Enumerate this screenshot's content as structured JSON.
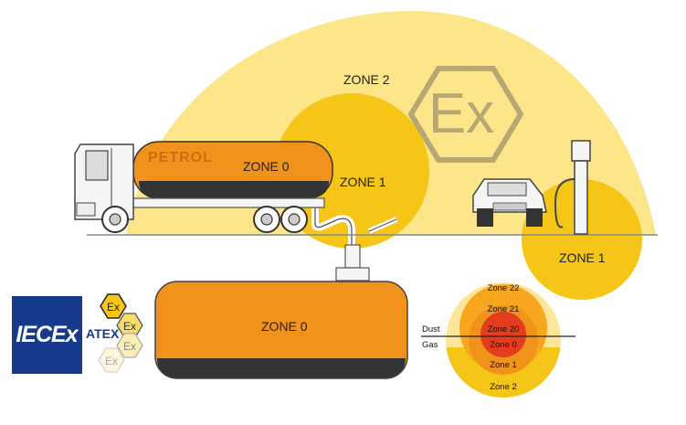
{
  "labels": {
    "zone2_outer": "ZONE 2",
    "zone1_top": "ZONE 1",
    "zone0_truck": "ZONE 0",
    "zone1_pump": "ZONE 1",
    "zone0_tank": "ZONE 0",
    "truck_tank": "PETROL"
  },
  "legend": {
    "rings": [
      "Zone 22",
      "Zone 21",
      "Zone 20",
      "Zone 0",
      "Zone 1",
      "Zone 2"
    ],
    "dust": "Dust",
    "gas": "Gas"
  },
  "badges": {
    "iecex": "IECEx",
    "atex": "ATEX",
    "ex_symbol_icon": "ex-hexagon-icon"
  },
  "colors": {
    "zone2": "#fde58a",
    "zone1": "#f5c518",
    "zone0": "#f0921c",
    "zone20": "#e63c1e",
    "iecex_blue": "#173a8c",
    "ex_symbol": "#b7a873"
  }
}
